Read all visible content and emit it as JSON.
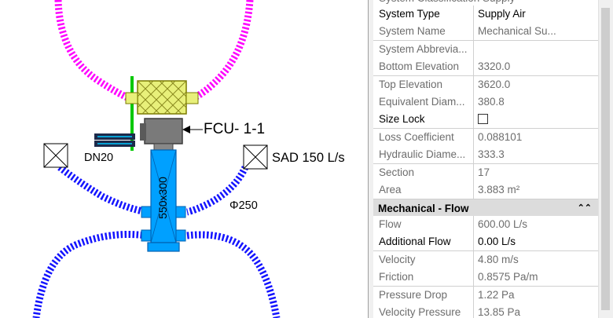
{
  "canvas": {
    "labels": {
      "fcu": "FCU- 1-1",
      "dn20": "DN20",
      "sad": "SAD 150 L/s",
      "phi": "Φ250",
      "duct_size": "550x300"
    }
  },
  "properties": {
    "partial_top": "System Classification  Supply",
    "rows_top": [
      {
        "name": "System Type",
        "value": "Supply Air",
        "editable": true
      },
      {
        "name": "System Name",
        "value": "Mechanical Su...",
        "editable": false
      },
      {
        "name": "System Abbrevia...",
        "value": "",
        "editable": false
      },
      {
        "name": "Bottom Elevation",
        "value": "3320.0",
        "editable": false
      },
      {
        "name": "Top Elevation",
        "value": "3620.0",
        "editable": false
      },
      {
        "name": "Equivalent Diam...",
        "value": "380.8",
        "editable": false
      },
      {
        "name": "Size Lock",
        "value": "",
        "editable": true,
        "checkbox": true
      },
      {
        "name": "Loss Coefficient",
        "value": "0.088101",
        "editable": false
      },
      {
        "name": "Hydraulic Diame...",
        "value": "333.3",
        "editable": false
      },
      {
        "name": "Section",
        "value": "17",
        "editable": false
      },
      {
        "name": "Area",
        "value": "3.883 m²",
        "editable": false
      }
    ],
    "section": {
      "title": "Mechanical - Flow",
      "collapse_icon": "double-chevron-up-icon"
    },
    "rows_flow": [
      {
        "name": "Flow",
        "value": "600.00 L/s",
        "editable": false
      },
      {
        "name": "Additional Flow",
        "value": "0.00 L/s",
        "editable": true
      },
      {
        "name": "Velocity",
        "value": "4.80 m/s",
        "editable": false
      },
      {
        "name": "Friction",
        "value": "0.8575 Pa/m",
        "editable": false
      },
      {
        "name": "Pressure Drop",
        "value": "1.22 Pa",
        "editable": false
      },
      {
        "name": "Velocity Pressure",
        "value": "13.85 Pa",
        "editable": false
      }
    ]
  },
  "colors": {
    "supply_duct": "#00a0ff",
    "flex_blue": "#1414ff",
    "flex_magenta": "#ff00ff",
    "fcu_box": "#e8f07a",
    "pipe_green": "#00c800"
  }
}
